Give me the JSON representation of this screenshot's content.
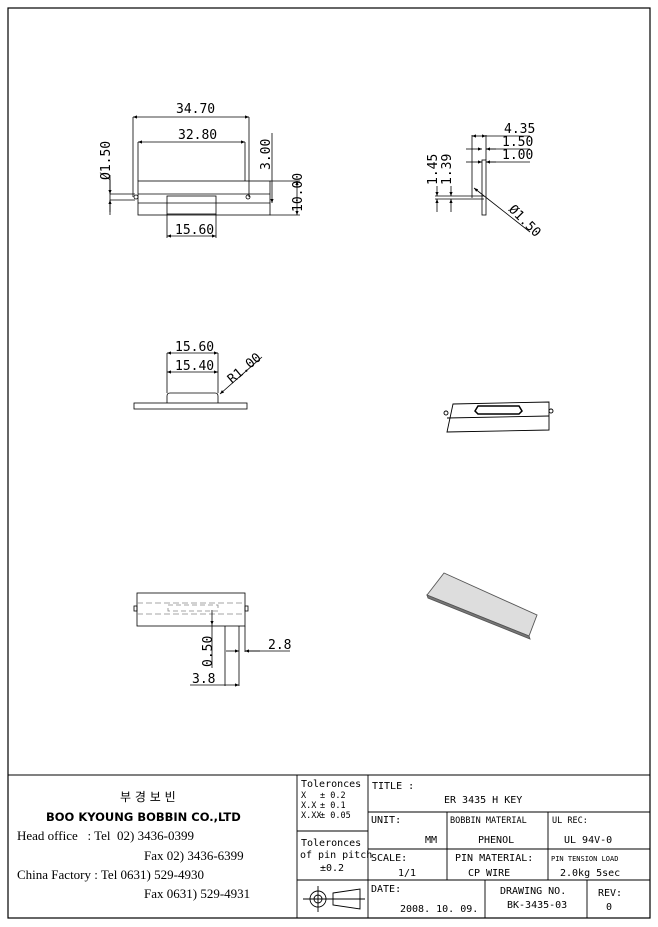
{
  "views": {
    "front": {
      "d1": "34.70",
      "d2": "32.80",
      "d3": "3.00",
      "d4": "10.00",
      "d5": "Ø1.50",
      "d6": "15.60"
    },
    "side": {
      "d1": "4.35",
      "d2": "1.50",
      "d3": "1.00",
      "d4": "1.45",
      "d5": "1.39",
      "d6": "Ø1.50"
    },
    "top": {
      "d1": "15.60",
      "d2": "15.40",
      "d3": "R1.00"
    },
    "bottom": {
      "d1": "2.8",
      "d2": "0.50",
      "d3": "3.8"
    }
  },
  "company": {
    "korean_name": "부 경 보 빈",
    "name": "BOO KYOUNG BOBBIN CO.,LTD",
    "line1": "Head office   : Tel  02) 3436-0399",
    "line2": "Fax  02) 3436-6399",
    "line3": "China Factory : Tel 0631) 529-4930",
    "line4": "Fax 0631) 529-4931"
  },
  "tolerances": {
    "label": "Toleronces",
    "x": "X",
    "x_val": "± 0.2",
    "xx": "X.X",
    "xx_val": "± 0.1",
    "xxx": "X.XX",
    "xxx_val": "± 0.05",
    "pin_label1": "Toleronces",
    "pin_label2": "of pin pitch",
    "pin_val": "±0.2"
  },
  "title_block": {
    "title_label": "TITLE :",
    "title": "ER 3435 H KEY",
    "unit_label": "UNIT:",
    "unit": "MM",
    "bobbin_material_label": "BOBBIN MATERIAL",
    "bobbin_material": "PHENOL",
    "ul_label": "UL REC:",
    "ul": "UL 94V-0",
    "scale_label": "SCALE:",
    "scale": "1/1",
    "pin_material_label": "PIN MATERIAL:",
    "pin_material": "CP WIRE",
    "pin_tension_label": "PIN TENSION LOAD",
    "pin_tension": "2.0kg 5sec",
    "date_label": "DATE:",
    "date": "2008. 10. 09.",
    "drawing_no_label": "DRAWING NO.",
    "drawing_no": "BK-3435-03",
    "rev_label": "REV:",
    "rev": "0"
  }
}
